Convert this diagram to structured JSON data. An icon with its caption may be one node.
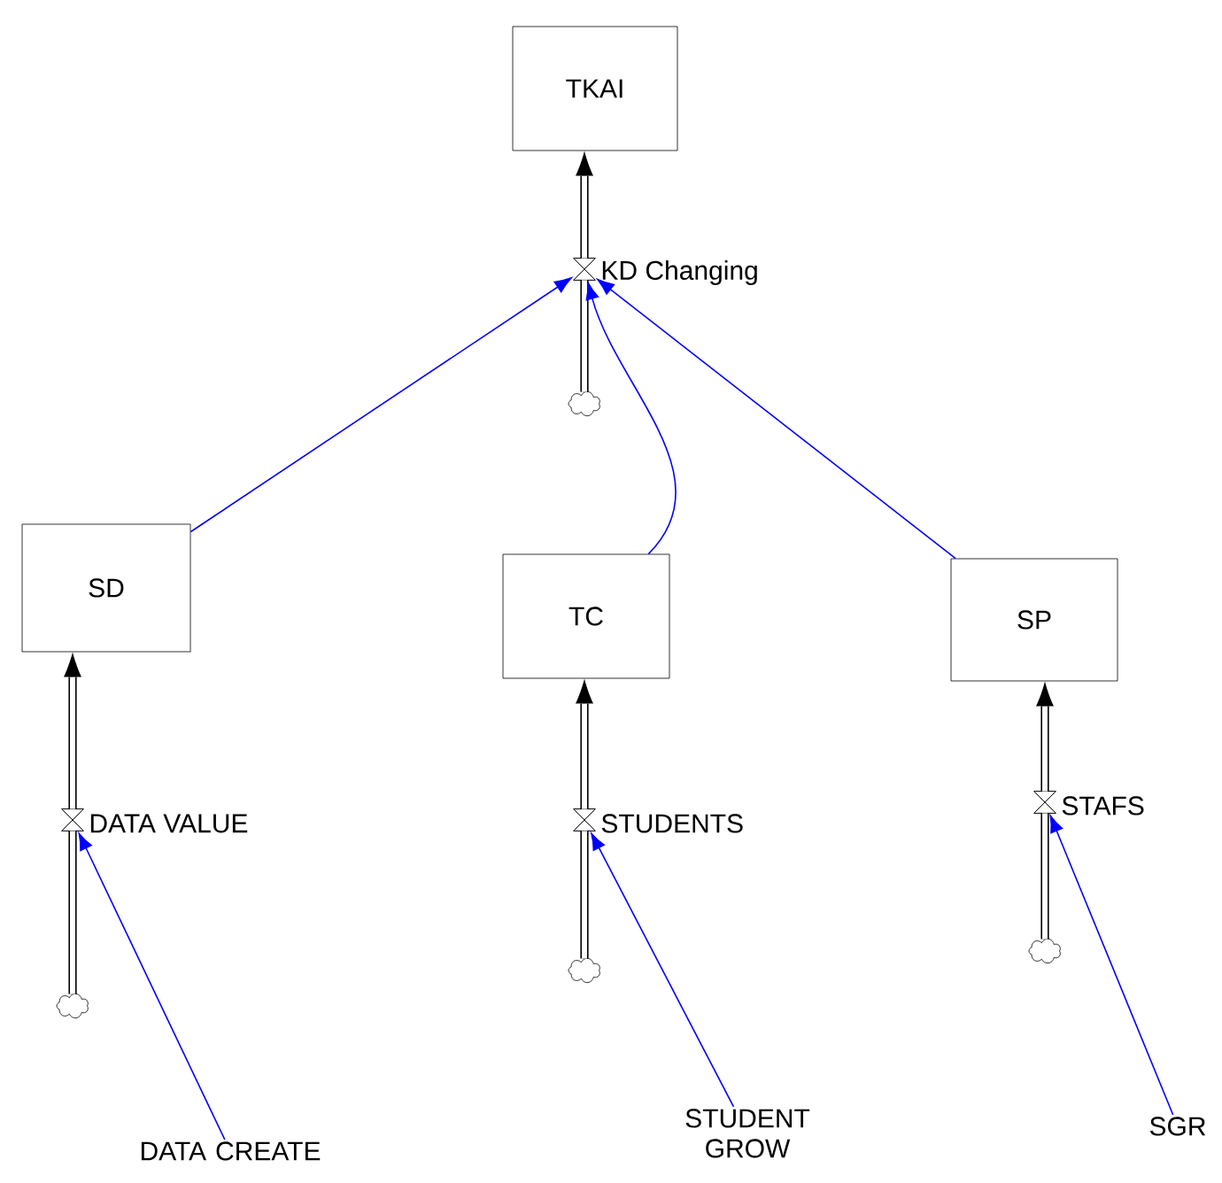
{
  "diagram": {
    "nodes": [
      {
        "text": [
          "TKAI"
        ]
      },
      {
        "text": [],
        "shape": "valve",
        "beside": [
          "KD Changing"
        ]
      },
      {
        "text": [],
        "shape": "cloud"
      },
      {
        "text": [
          "SD"
        ]
      },
      {
        "text": [
          "TC"
        ]
      },
      {
        "text": [
          "SP"
        ]
      },
      {
        "text": [],
        "shape": "valve",
        "beside": [
          "DATA VALUE"
        ]
      },
      {
        "text": [],
        "shape": "cloud"
      },
      {
        "text": [],
        "shape": "valve",
        "beside": [
          "STUDENTS"
        ]
      },
      {
        "text": [],
        "shape": "cloud"
      },
      {
        "text": [],
        "shape": "valve",
        "beside": [
          "STAFS"
        ]
      },
      {
        "text": [],
        "shape": "cloud"
      },
      {
        "text": [
          "DATA CREATE"
        ]
      },
      {
        "text": [
          "STUDENT GROW"
        ]
      },
      {
        "text": [
          "SGR"
        ]
      }
    ],
    "edges": [
      {
        "from": 2,
        "to": 1,
        "arrow": "none"
      },
      {
        "from": 1,
        "to": 0,
        "arrow": "to"
      },
      {
        "from": 7,
        "to": 6,
        "arrow": "none"
      },
      {
        "from": 6,
        "to": 3,
        "arrow": "to"
      },
      {
        "from": 9,
        "to": 8,
        "arrow": "none"
      },
      {
        "from": 8,
        "to": 4,
        "arrow": "to"
      },
      {
        "from": 11,
        "to": 10,
        "arrow": "none"
      },
      {
        "from": 10,
        "to": 5,
        "arrow": "to"
      },
      {
        "from": 3,
        "to": 1,
        "arrow": "to",
        "color": "#0000ff"
      },
      {
        "from": 4,
        "to": 1,
        "arrow": "to",
        "color": "#0000ff"
      },
      {
        "from": 5,
        "to": 1,
        "arrow": "to",
        "color": "#0000ff"
      },
      {
        "from": 12,
        "to": 6,
        "arrow": "to",
        "color": "#0000ff"
      },
      {
        "from": 13,
        "to": 8,
        "arrow": "to",
        "color": "#0000ff"
      },
      {
        "from": 14,
        "to": 10,
        "arrow": "to",
        "color": "#0000ff"
      }
    ]
  }
}
